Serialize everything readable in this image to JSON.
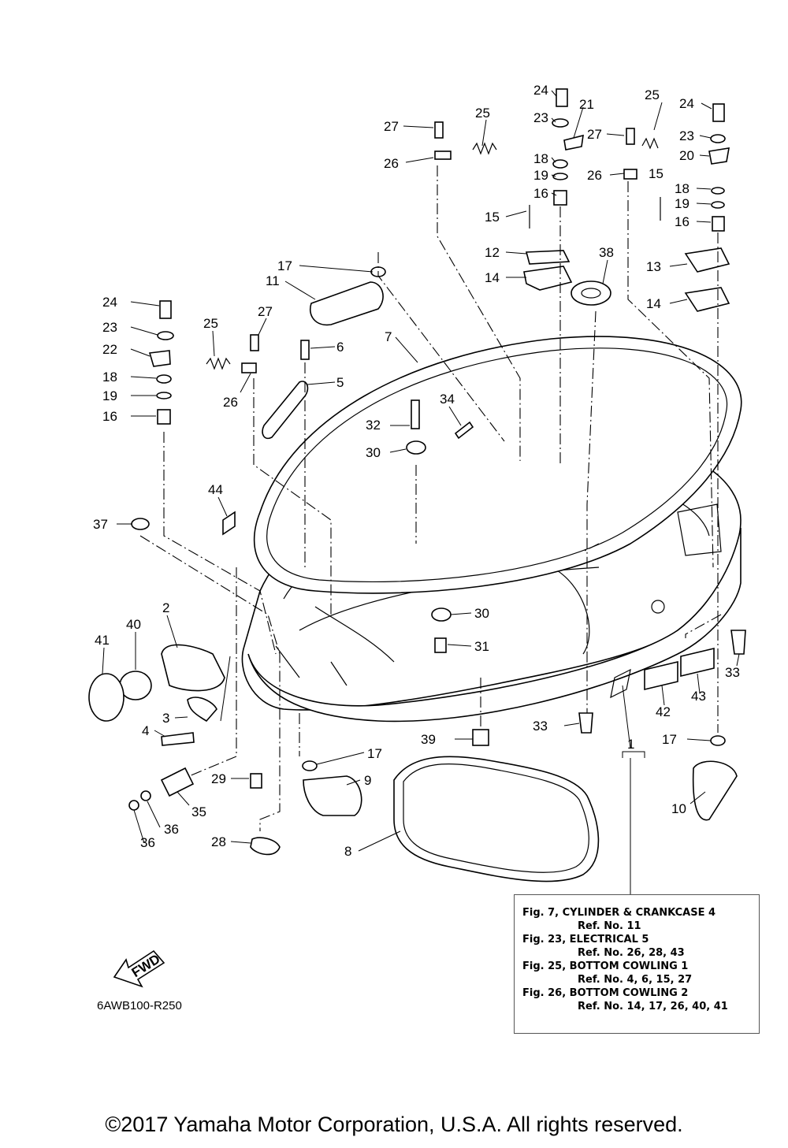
{
  "callouts": {
    "c1": "1",
    "c2": "2",
    "c3": "3",
    "c4": "4",
    "c5": "5",
    "c6": "6",
    "c7": "7",
    "c8": "8",
    "c9": "9",
    "c10": "10",
    "c11": "11",
    "c12": "12",
    "c13": "13",
    "c14a": "14",
    "c14b": "14",
    "c15a": "15",
    "c15b": "15",
    "c16a": "16",
    "c16b": "16",
    "c16c": "16",
    "c17a": "17",
    "c17b": "17",
    "c17c": "17",
    "c18a": "18",
    "c18b": "18",
    "c18c": "18",
    "c19a": "19",
    "c19b": "19",
    "c19c": "19",
    "c20": "20",
    "c21": "21",
    "c22": "22",
    "c23a": "23",
    "c23b": "23",
    "c23c": "23",
    "c24a": "24",
    "c24b": "24",
    "c24c": "24",
    "c25a": "25",
    "c25b": "25",
    "c25c": "25",
    "c26a": "26",
    "c26b": "26",
    "c26c": "26",
    "c27a": "27",
    "c27b": "27",
    "c27c": "27",
    "c28": "28",
    "c29": "29",
    "c30a": "30",
    "c30b": "30",
    "c31": "31",
    "c32": "32",
    "c33a": "33",
    "c33b": "33",
    "c34": "34",
    "c35": "35",
    "c36a": "36",
    "c36b": "36",
    "c37": "37",
    "c38": "38",
    "c39": "39",
    "c40": "40",
    "c41": "41",
    "c42": "42",
    "c43": "43",
    "c44": "44"
  },
  "fwd_arrow": "FWD",
  "reference_box": [
    "Fig. 7, CYLINDER & CRANKCASE 4",
    "Ref. No. 11",
    "Fig. 23, ELECTRICAL 5",
    "Ref. No. 26, 28, 43",
    "Fig. 25, BOTTOM COWLING 1",
    "Ref. No. 4, 6, 15, 27",
    "Fig. 26, BOTTOM COWLING 2",
    "Ref. No. 14, 17, 26, 40, 41"
  ],
  "diagram_code": "6AWB100-R250",
  "copyright": "©2017 Yamaha Motor Corporation, U.S.A. All rights reserved."
}
